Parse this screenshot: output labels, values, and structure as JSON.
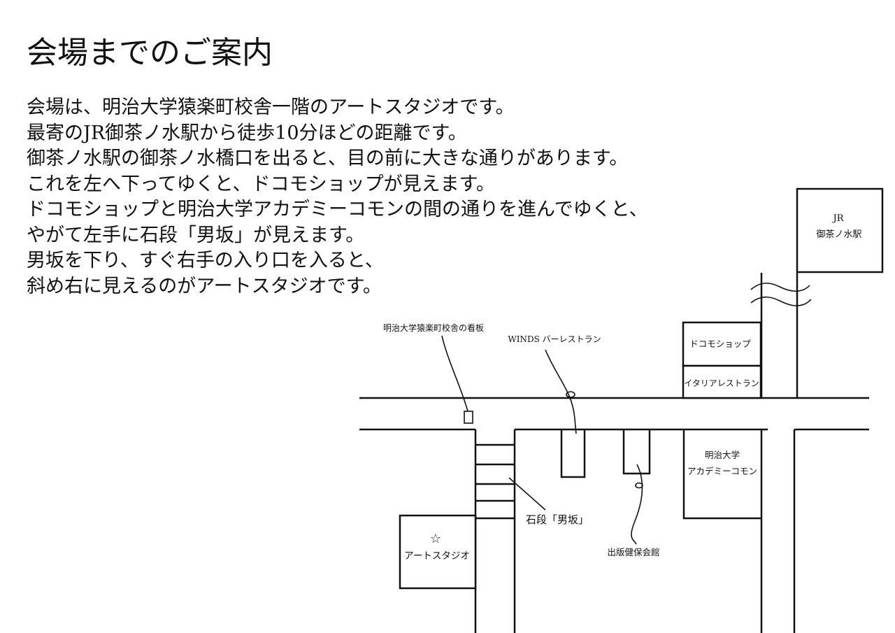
{
  "page": {
    "title": "会場までのご案内"
  },
  "directions": [
    "会場は、明治大学猿楽町校舎一階のアートスタジオです。",
    "最寄のJR御茶ノ水駅から徒歩10分ほどの距離です。",
    "御茶ノ水駅の御茶ノ水橋口を出ると、目の前に大きな通りがあります。",
    "これを左へ下ってゆくと、ドコモショップが見えます。",
    "ドコモショップと明治大学アカデミーコモンの間の通りを進んでゆくと、",
    "やがて左手に石段「男坂」が見えます。",
    "男坂を下り、すぐ右手の入り口を入ると、",
    "斜め右に見えるのがアートスタジオです。"
  ],
  "map": {
    "labels": {
      "station_line1": "JR",
      "station_line2": "御茶ノ水駅",
      "docomo": "ドコモショップ",
      "italian": "イタリアレストラン",
      "academy_line1": "明治大学",
      "academy_line2": "アカデミーコモン",
      "sign": "明治大学猿楽町校舎の看板",
      "winds": "WINDS バーレストラン",
      "stairs": "石段「男坂」",
      "studio_star": "☆",
      "studio_name": "アートスタジオ",
      "publishing_hall": "出版健保会館"
    }
  }
}
